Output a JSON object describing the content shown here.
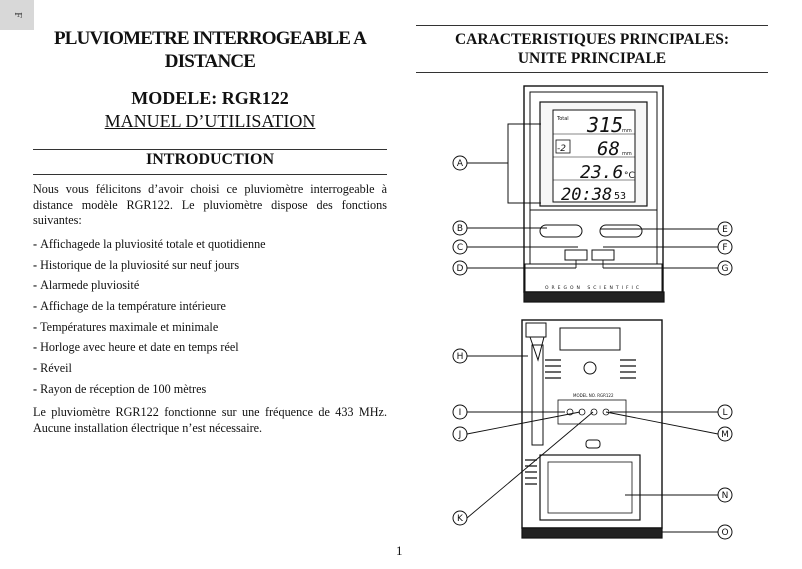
{
  "lang_tab": "F",
  "left": {
    "title_line1": "PLUVIOMETRE INTERROGEABLE A",
    "title_line2": "DISTANCE",
    "model": "MODELE: RGR122",
    "manual": "MANUEL D’UTILISATION",
    "section_title": "INTRODUCTION",
    "intro_paragraph": "Nous vous félicitons d’avoir choisi ce pluviomètre interrogeable à distance modèle RGR122. Le pluviomètre dispose des fonctions suivantes:",
    "features": [
      "Affichagede la pluviosité totale et quotidienne",
      "Historique de la pluviosité sur neuf jours",
      "Alarmede pluviosité",
      "Affichage de la température intérieure",
      "Températures maximale et minimale",
      "Horloge avec heure et date en temps réel",
      "Réveil",
      "Rayon de réception de 100 mètres"
    ],
    "closing_paragraph": "Le pluviomètre RGR122 fonctionne sur une fréquence de 433 MHz. Aucune installation électrique n’est nécessaire."
  },
  "right": {
    "header_line1": "CARACTERISTIQUES PRINCIPALES:",
    "header_line2": "UNITE PRINCIPALE"
  },
  "device": {
    "lcd_total_label": "Total",
    "lcd_total": "315",
    "lcd_total_unit": "mm",
    "lcd_day_box": "-2",
    "lcd_daily": "68",
    "lcd_daily_unit": "mm",
    "lcd_temp": "23.6",
    "lcd_temp_unit": "°C",
    "lcd_time": "20:38",
    "lcd_seconds": "53",
    "brand": "OREGON SCIENTIFIC",
    "back_model": "MODEL NO. RGR122"
  },
  "callouts": [
    "A",
    "B",
    "C",
    "D",
    "E",
    "F",
    "G",
    "H",
    "I",
    "J",
    "K",
    "L",
    "M",
    "N",
    "O"
  ],
  "page_number": "1"
}
